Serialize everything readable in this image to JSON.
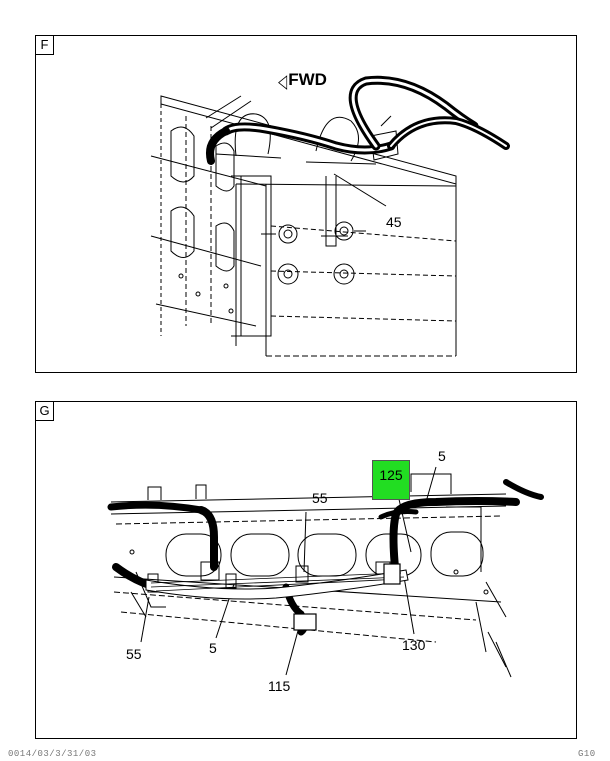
{
  "panel_f": {
    "label": "F",
    "fwd_label": "FWD",
    "callouts": {
      "c45": "45"
    }
  },
  "panel_g": {
    "label": "G",
    "callouts": {
      "c125": "125",
      "c5_top": "5",
      "c55_top": "55",
      "c55_left": "55",
      "c5_bottom": "5",
      "c115": "115",
      "c130": "130"
    },
    "highlight_color": "#22dd22"
  },
  "footer": {
    "left": "0014/03/3/31/03",
    "right": "G10"
  }
}
